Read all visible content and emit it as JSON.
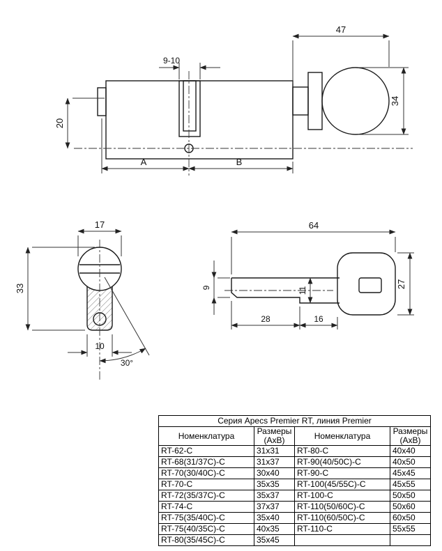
{
  "top_view": {
    "dim_knob_width": "47",
    "dim_cam_width": "9-10",
    "dim_knob_diameter": "34",
    "dim_body_height": "20",
    "dim_a": "A",
    "dim_b": "B"
  },
  "profile_view": {
    "dim_width": "17",
    "dim_height": "33",
    "dim_foot_width": "10",
    "dim_angle": "30°"
  },
  "key_view": {
    "dim_length": "64",
    "dim_tip_height": "9",
    "dim_shaft_height": "11",
    "dim_bow_height": "27",
    "dim_tip_length": "28",
    "dim_neck_length": "16"
  },
  "table": {
    "title": "Серия Apecs Premier RT, линия Premier",
    "headers": {
      "nomenclature": "Номенклатура",
      "sizes": "Размеры\n(АхВ)"
    },
    "rows": [
      {
        "m1": "RT-62-C",
        "s1": "31x31",
        "m2": "RT-80-C",
        "s2": "40x40"
      },
      {
        "m1": "RT-68(31/37C)-C",
        "s1": "31x37",
        "m2": "RT-90(40/50C)-C",
        "s2": "40x50"
      },
      {
        "m1": "RT-70(30/40C)-C",
        "s1": "30x40",
        "m2": "RT-90-C",
        "s2": "45x45"
      },
      {
        "m1": "RT-70-C",
        "s1": "35x35",
        "m2": "RT-100(45/55C)-C",
        "s2": "45x55"
      },
      {
        "m1": "RT-72(35/37C)-C",
        "s1": "35x37",
        "m2": "RT-100-C",
        "s2": "50x50"
      },
      {
        "m1": "RT-74-C",
        "s1": "37x37",
        "m2": "RT-110(50/60C)-C",
        "s2": "50x60"
      },
      {
        "m1": "RT-75(35/40C)-C",
        "s1": "35x40",
        "m2": "RT-110(60/50C)-C",
        "s2": "60x50"
      },
      {
        "m1": "RT-75(40/35C)-C",
        "s1": "40x35",
        "m2": "RT-110-C",
        "s2": "55x55"
      },
      {
        "m1": "RT-80(35/45C)-C",
        "s1": "35x45",
        "m2": "",
        "s2": ""
      }
    ]
  }
}
